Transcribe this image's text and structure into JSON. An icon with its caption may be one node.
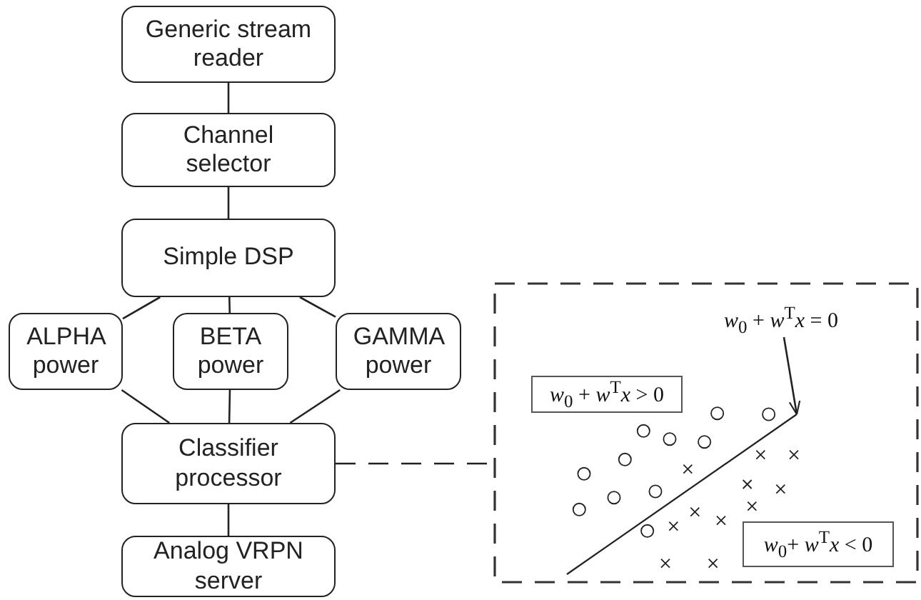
{
  "diagram": {
    "nodes": [
      {
        "text": [
          "Generic stream reader"
        ]
      },
      {
        "text": [
          "Channel selector"
        ]
      },
      {
        "text": [
          "Simple DSP"
        ]
      },
      {
        "text": [
          "ALPHA power"
        ]
      },
      {
        "text": [
          "BETA power"
        ]
      },
      {
        "text": [
          "GAMMA power"
        ]
      },
      {
        "text": [
          "Classifier processor"
        ]
      },
      {
        "text": [
          "Analog VRPN server"
        ]
      },
      {
        "text": [],
        "shape": "box"
      },
      {
        "text": [
          "*w*$_{0}$ + *w*$^{T}$*x* = 0"
        ],
        "in": 8
      },
      {
        "text": [
          "*w*$_{0}$ + *w*$^{T}$*x* > 0"
        ],
        "in": 8
      },
      {
        "text": [
          "*w*$_{0}$+ *w*$^{T}$*x* < 0"
        ],
        "in": 8
      },
      {
        "text": [],
        "shape": "line",
        "in": 8
      }
    ],
    "edges": [
      {
        "from": 0,
        "to": 1,
        "arrow": "none"
      },
      {
        "from": 1,
        "to": 2,
        "arrow": "none"
      },
      {
        "from": 2,
        "to": 3,
        "arrow": "none"
      },
      {
        "from": 2,
        "to": 4,
        "arrow": "none"
      },
      {
        "from": 2,
        "to": 5,
        "arrow": "none"
      },
      {
        "from": 3,
        "to": 6,
        "arrow": "none"
      },
      {
        "from": 4,
        "to": 6,
        "arrow": "none"
      },
      {
        "from": 5,
        "to": 6,
        "arrow": "none"
      },
      {
        "from": 6,
        "to": 7,
        "arrow": "none"
      },
      {
        "from": 6,
        "to": 8,
        "arrow": "none",
        "style": "dashed"
      },
      {
        "from": 9,
        "to": 12,
        "arrow": "to"
      }
    ]
  }
}
